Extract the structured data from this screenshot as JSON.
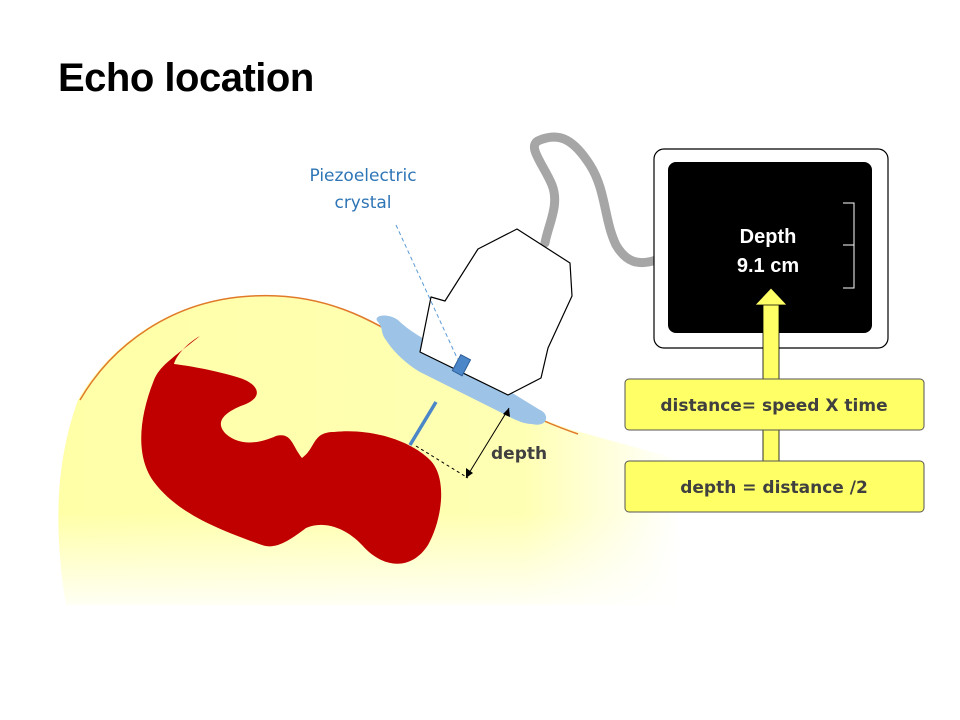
{
  "title": "Echo location",
  "labels": {
    "crystal_line1": "Piezoelectric",
    "crystal_line2": "crystal",
    "depth": "depth"
  },
  "monitor": {
    "label": "Depth",
    "value": "9.1 cm"
  },
  "formulas": {
    "distance": "distance= speed X time",
    "depth": "depth = distance /2"
  },
  "colors": {
    "body": "#ffffa8",
    "fetus": "#c00000",
    "probe_gel": "#9dc3e6",
    "crystal": "#4a86c8",
    "formula_box": "#ffff66",
    "arrow": "#ffff66",
    "screen": "#000000",
    "cable": "#a6a6a6",
    "skin_line": "#e07a2a"
  }
}
